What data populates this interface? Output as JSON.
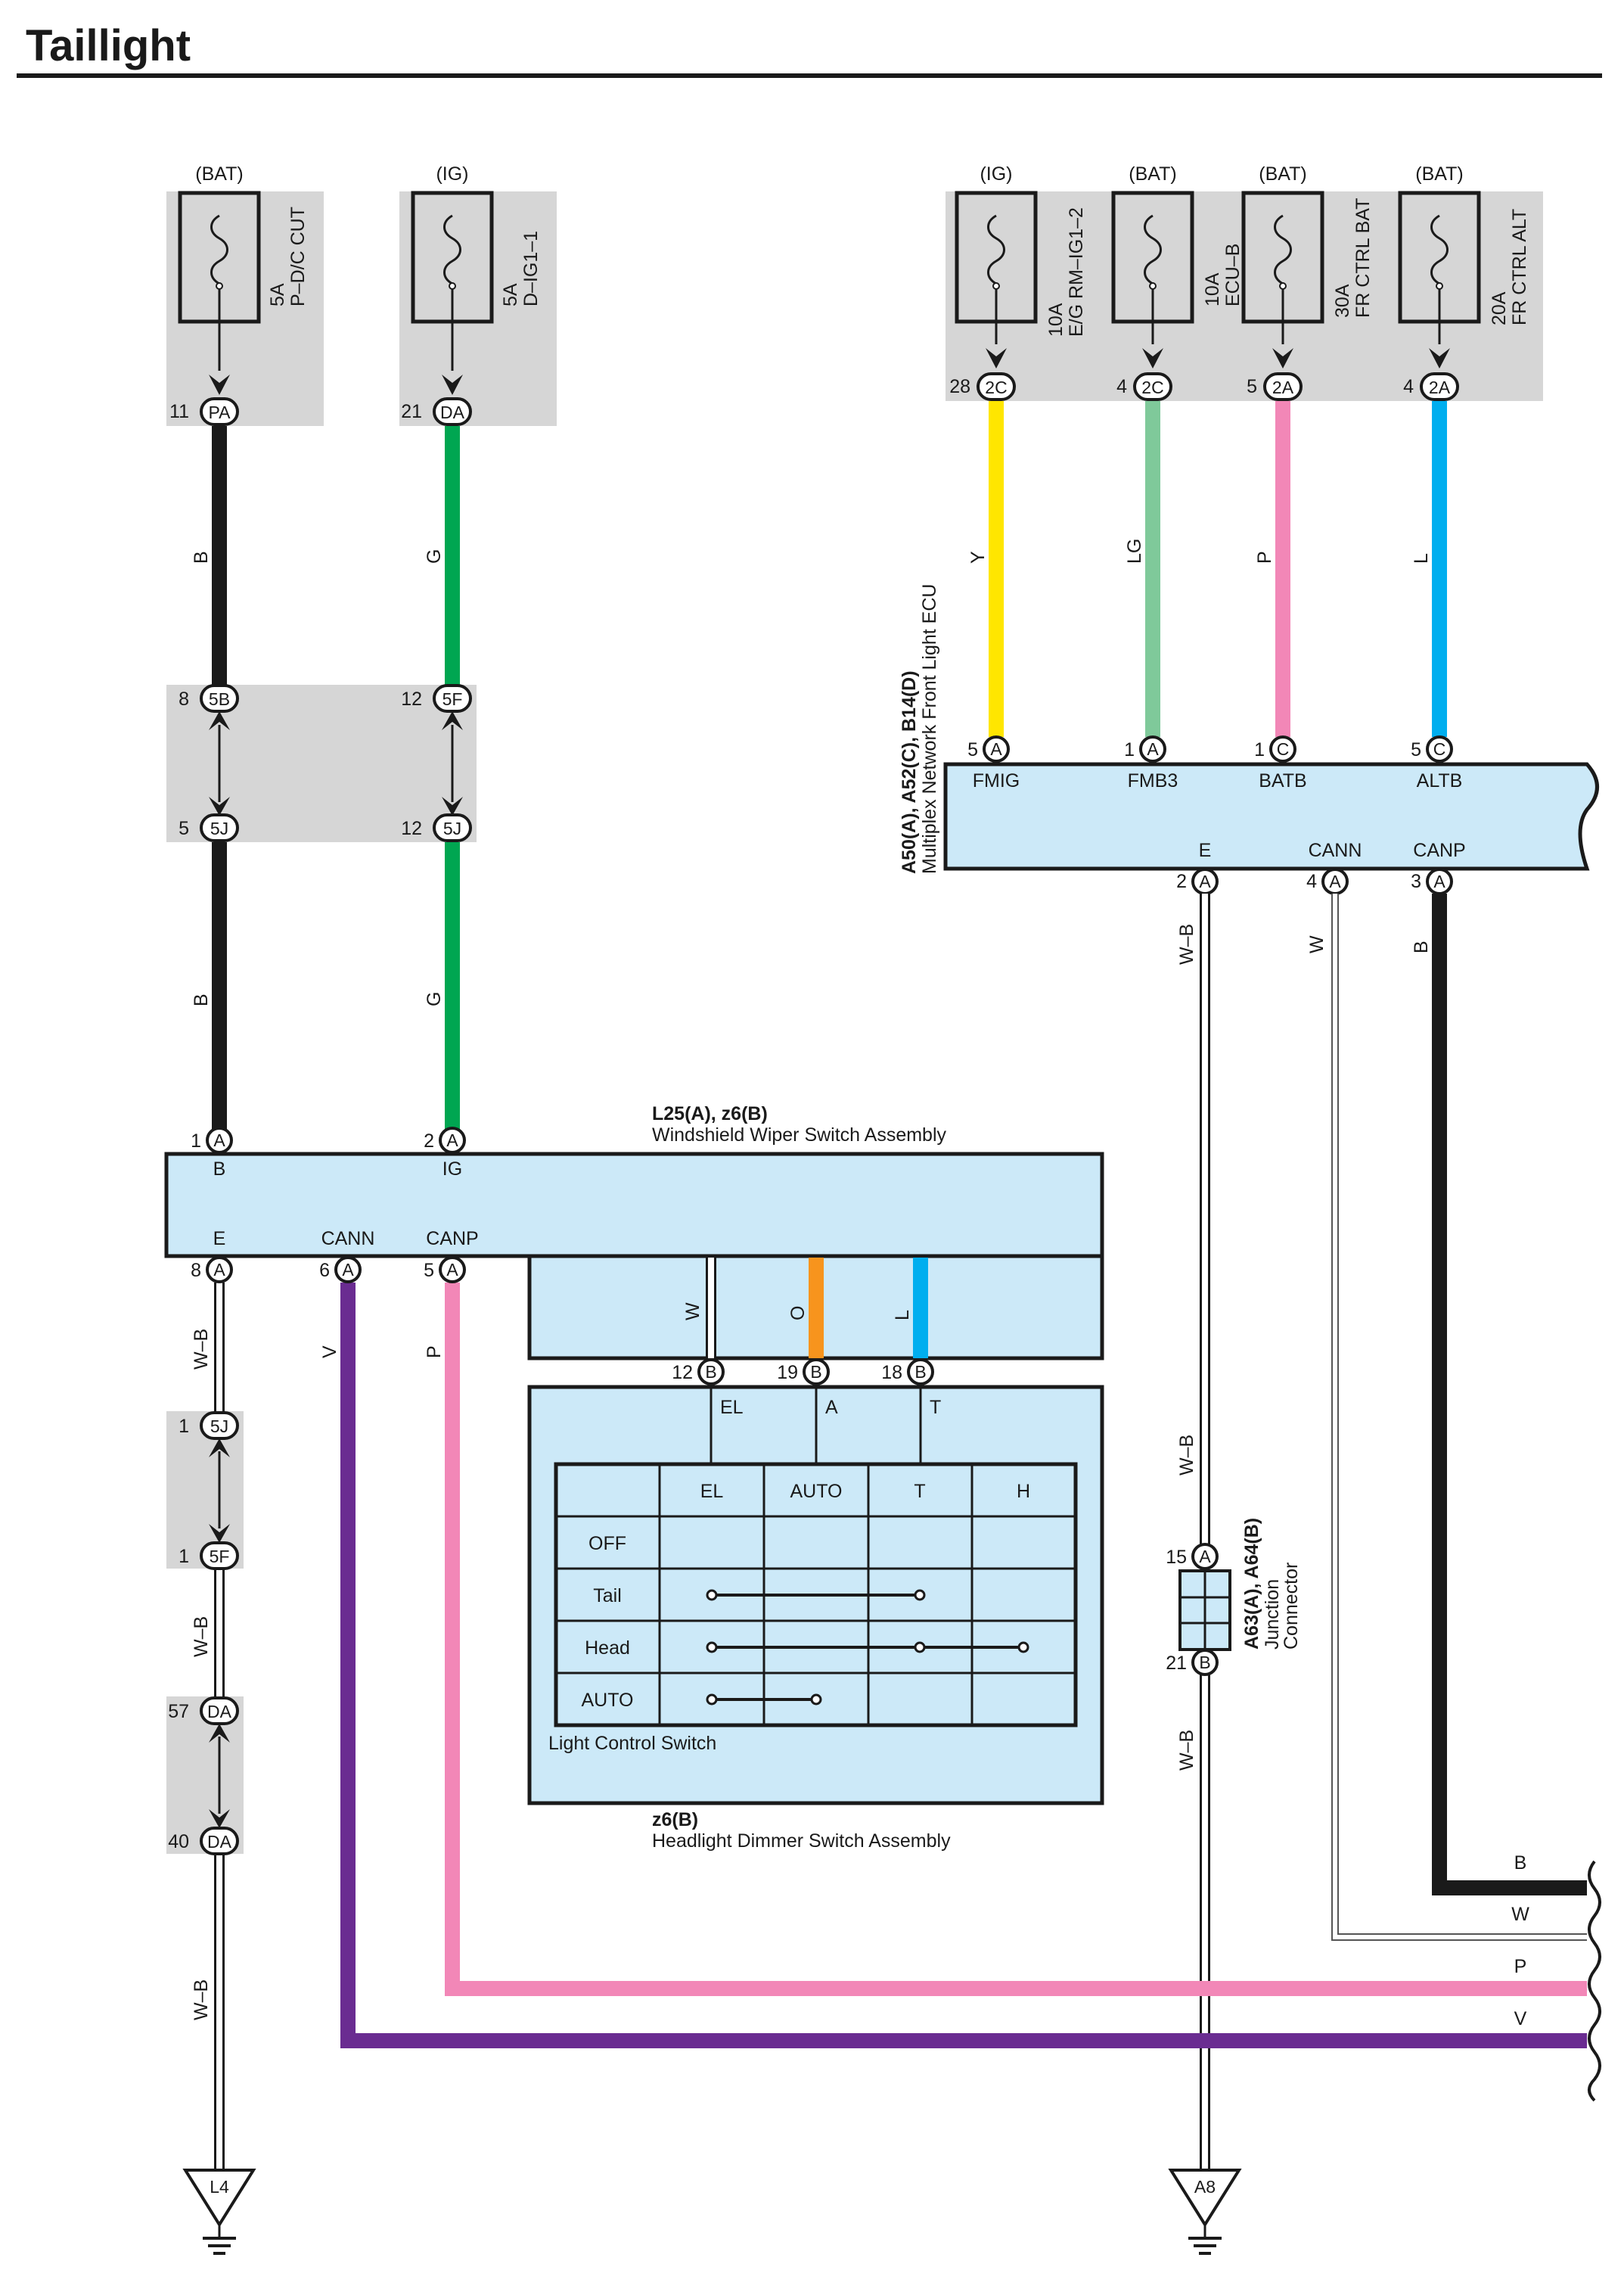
{
  "title": "Taillight",
  "colors": {
    "shade": "#d6d6d6",
    "ecu_fill": "#cce9f8",
    "wire_B": "#1a1a1a",
    "wire_G": "#00a651",
    "wire_Y": "#ffe600",
    "wire_LG": "#7fc99a",
    "wire_P": "#f287b7",
    "wire_L": "#00aeef",
    "wire_V": "#6a2c91",
    "wire_O": "#f7941d",
    "wire_W": "#ffffff"
  },
  "fuses": [
    {
      "id": "pdc",
      "source": "(BAT)",
      "rating": "5A",
      "name": "P–D/C CUT",
      "pin": "11",
      "connector": "PA"
    },
    {
      "id": "dig",
      "source": "(IG)",
      "rating": "5A",
      "name": "D–IG1–1",
      "pin": "21",
      "connector": "DA"
    },
    {
      "id": "eg",
      "source": "(IG)",
      "rating": "10A",
      "name": "E/G RM–IG1–2",
      "pin": "28",
      "connector": "2C"
    },
    {
      "id": "ecub",
      "source": "(BAT)",
      "rating": "10A",
      "name": "ECU–B",
      "pin": "4",
      "connector": "2C"
    },
    {
      "id": "frbat",
      "source": "(BAT)",
      "rating": "30A",
      "name": "FR CTRL BAT",
      "pin": "5",
      "connector": "2A"
    },
    {
      "id": "fralt",
      "source": "(BAT)",
      "rating": "20A",
      "name": "FR CTRL ALT",
      "pin": "4",
      "connector": "2A"
    }
  ],
  "junctions": {
    "j1": {
      "top_pin": "8",
      "top_conn": "5B",
      "bot_pin": "5",
      "bot_conn": "5J"
    },
    "j2": {
      "top_pin": "12",
      "top_conn": "5F",
      "bot_pin": "12",
      "bot_conn": "5J"
    },
    "j3": {
      "top_pin": "1",
      "top_conn": "5J",
      "bot_pin": "1",
      "bot_conn": "5F"
    },
    "j4": {
      "top_pin": "57",
      "top_conn": "DA",
      "bot_pin": "40",
      "bot_conn": "DA"
    }
  },
  "wire_labels": {
    "b1": "B",
    "g1": "G",
    "b2": "B",
    "g2": "G",
    "y": "Y",
    "lg": "LG",
    "p": "P",
    "l": "L",
    "wb_ecu": "W–B",
    "w_ecu": "W",
    "b_ecu": "B",
    "wb_l1": "W–B",
    "wb_l2": "W–B",
    "wb_l3": "W–B",
    "v": "V",
    "p2": "P",
    "w_sw": "W",
    "o_sw": "O",
    "l_sw": "L",
    "wb_r2": "W–B",
    "wb_r3": "W–B",
    "end_b": "B",
    "end_w": "W",
    "end_p": "P",
    "end_v": "V"
  },
  "ecu": {
    "name_line1": "A50(A), A52(C), B14(D)",
    "name_line2": "Multiplex Network Front Light ECU",
    "top_pins": [
      {
        "pin": "5",
        "conn": "A",
        "label": "FMIG"
      },
      {
        "pin": "1",
        "conn": "A",
        "label": "FMB3"
      },
      {
        "pin": "1",
        "conn": "C",
        "label": "BATB"
      },
      {
        "pin": "5",
        "conn": "C",
        "label": "ALTB"
      }
    ],
    "bottom_pins": [
      {
        "pin": "2",
        "conn": "A",
        "label": "E"
      },
      {
        "pin": "4",
        "conn": "A",
        "label": "CANN"
      },
      {
        "pin": "3",
        "conn": "A",
        "label": "CANP"
      }
    ]
  },
  "wiper": {
    "code": "L25(A), z6(B)",
    "name": "Windshield Wiper Switch Assembly",
    "top_pins": [
      {
        "pin": "1",
        "conn": "A",
        "label": "B"
      },
      {
        "pin": "2",
        "conn": "A",
        "label": "IG"
      }
    ],
    "bottom_pins": [
      {
        "pin": "8",
        "conn": "A",
        "label": "E"
      },
      {
        "pin": "6",
        "conn": "A",
        "label": "CANN"
      },
      {
        "pin": "5",
        "conn": "A",
        "label": "CANP"
      }
    ],
    "b_pins": [
      {
        "pin": "12",
        "conn": "B",
        "label": "EL"
      },
      {
        "pin": "19",
        "conn": "B",
        "label": "A"
      },
      {
        "pin": "18",
        "conn": "B",
        "label": "T"
      }
    ]
  },
  "switch_table": {
    "headers": [
      "",
      "EL",
      "AUTO",
      "T",
      "H"
    ],
    "rows": [
      "OFF",
      "Tail",
      "Head",
      "AUTO"
    ],
    "caption": "Light Control Switch"
  },
  "dimmer": {
    "code": "z6(B)",
    "name": "Headlight Dimmer Switch Assembly"
  },
  "junction_connector": {
    "code": "A63(A), A64(B)",
    "line2": "Junction",
    "line3": "Connector",
    "top_pin": "15",
    "top_conn": "A",
    "bot_pin": "21",
    "bot_conn": "B"
  },
  "grounds": [
    "L4",
    "A8"
  ]
}
